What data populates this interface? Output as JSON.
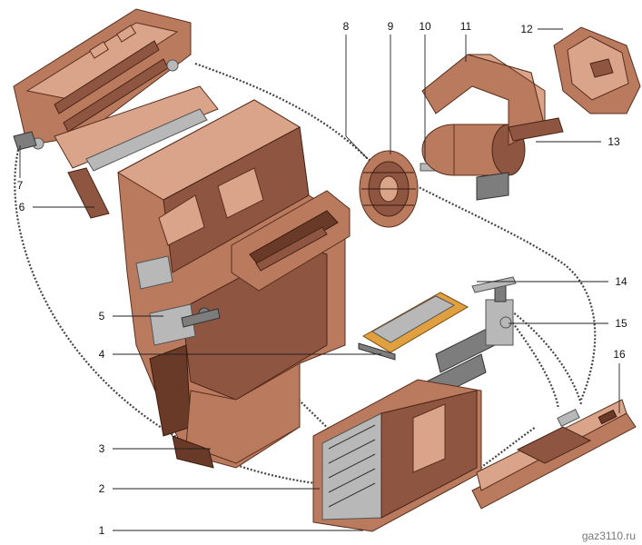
{
  "labels": {
    "l1": "1",
    "l2": "2",
    "l3": "3",
    "l4": "4",
    "l5": "5",
    "l6": "6",
    "l7": "7",
    "l8": "8",
    "l9": "9",
    "l10": "10",
    "l11": "11",
    "l12": "12",
    "l13": "13",
    "l14": "14",
    "l15": "15",
    "l16": "16"
  },
  "watermark": "gaz3110.ru"
}
